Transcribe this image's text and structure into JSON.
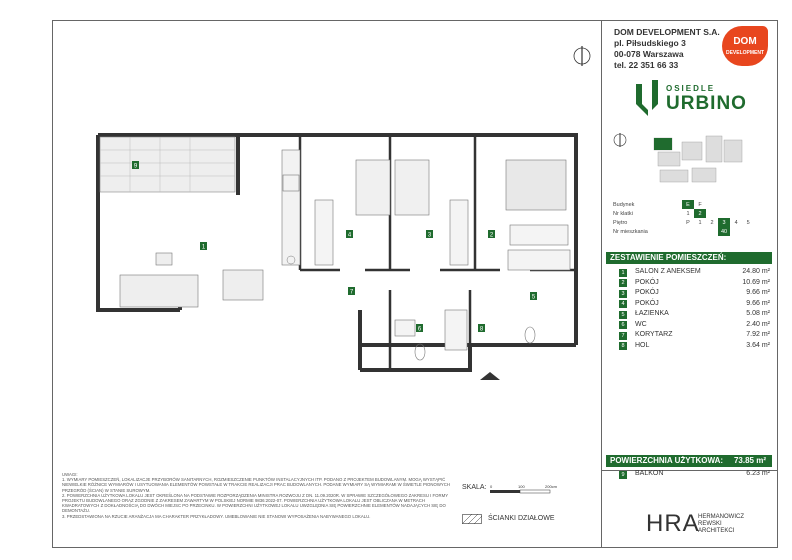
{
  "company": {
    "name": "DOM DEVELOPMENT S.A.",
    "street": "pl. Piłsudskiego 3",
    "city": "00-078 Warszawa",
    "phone": "tel. 22 351 66 33",
    "logo_text": "DOM",
    "logo_sub": "DEVELOPMENT"
  },
  "estate": {
    "prefix": "OSIEDLE",
    "name": "URBINO",
    "brand_color": "#1f6b2e"
  },
  "info": {
    "budynek_label": "Budynek",
    "budynek_options": [
      "E",
      "F"
    ],
    "klatka_label": "Nr klatki",
    "klatka_options": [
      "1",
      "2"
    ],
    "pietro_label": "Piętro",
    "pietro_options": [
      "P",
      "1",
      "2",
      "3",
      "4",
      "5"
    ],
    "mieszkania_label": "Nr mieszkania",
    "mieszkania_value": "40"
  },
  "summary": {
    "header": "ZESTAWIENIE POMIESZCZEŃ:",
    "rooms": [
      {
        "no": "1",
        "name": "SALON Z ANEKSEM",
        "area": "24.80 m²"
      },
      {
        "no": "2",
        "name": "POKÓJ",
        "area": "10.69 m²"
      },
      {
        "no": "3",
        "name": "POKÓJ",
        "area": "9.66 m²"
      },
      {
        "no": "4",
        "name": "POKÓJ",
        "area": "9.66 m²"
      },
      {
        "no": "5",
        "name": "ŁAZIENKA",
        "area": "5.08 m²"
      },
      {
        "no": "6",
        "name": "WC",
        "area": "2.40 m²"
      },
      {
        "no": "7",
        "name": "KORYTARZ",
        "area": "7.92 m²"
      },
      {
        "no": "8",
        "name": "HOL",
        "area": "3.64 m²"
      }
    ],
    "usable_label": "POWIERZCHNIA UŻYTKOWA:",
    "usable_value": "73.85 m²",
    "balcony": {
      "no": "9",
      "name": "BALKON",
      "area": "6.23 m²"
    }
  },
  "plan_labels": [
    "1",
    "2",
    "3",
    "4",
    "5",
    "6",
    "7",
    "8",
    "9"
  ],
  "notes": {
    "title": "UWAGI:",
    "lines": [
      "1. WYMIARY POMIESZCZEŃ, LOKALIZACJE PRZYBORÓW SANITARNYCH, ROZMIESZCZENIE PUNKTÓW INSTALACYJNYCH ITP. PODANO Z PROJEKTEM BUDOWLANYM. MOGĄ WYSTĄPIĆ NIEWIELKIE RÓŻNICE WYMIARÓW I USYTUOWANIA ELEMENTÓW POWSTAŁE W TRAKCIE REALIZACJI PRAC BUDOWLANYCH. PODANE WYMIARY SĄ WYMIARAMI W ŚWIETLE PIONOWYCH PRZEGRÓD (ŚCIAN) W STANIE SUROWYM.",
      "2. POWIERZCHNIA UŻYTKOWA LOKALU JEST OKREŚLONA NA PODSTAWIE ROZPORZĄDZENIA MINISTRA ROZWOJU Z DN. 11.09.2020R. W SPRAWIE SZCZEGÓŁOWEGO ZAKRESU I FORMY PROJEKTU BUDOWLANEGO ORAZ ZGODNIE Z ZAKRESEM ZAWARTYM W POLSKIEJ NORMIE 9836:2022-07. POWIERZCHNIA UŻYTKOWA LOKALU JEST OBLICZANA W METRACH KWADRATOWYCH Z DOKŁADNOŚCIĄ DO DWÓCH MIEJSC PO PRZECINKU. W POWIERZCHNI UŻYTKOWEJ LOKALU UWZGLĘDNIA SIĘ POWIERZCHNIE ELEMENTÓW NADAJĄCYCH SIĘ DO DEMONTAŻU.",
      "3. PRZEDSTAWIONA NA RZUCIE ARANŻACJA MA CHARAKTER PRZYKŁADOWY. UMEBLOWANIE NIE STANOWI WYPOSAŻENIA NABYWANEGO LOKALU."
    ]
  },
  "scale": {
    "label": "SKALA:",
    "ticks": [
      "0",
      "100",
      "200cm"
    ]
  },
  "legend_partition": "ŚCIANKI DZIAŁOWE",
  "architect": {
    "logo": "HRA",
    "line1": "HERMANOWICZ",
    "line2": "REWSKI",
    "line3": "ARCHITEKCI"
  }
}
